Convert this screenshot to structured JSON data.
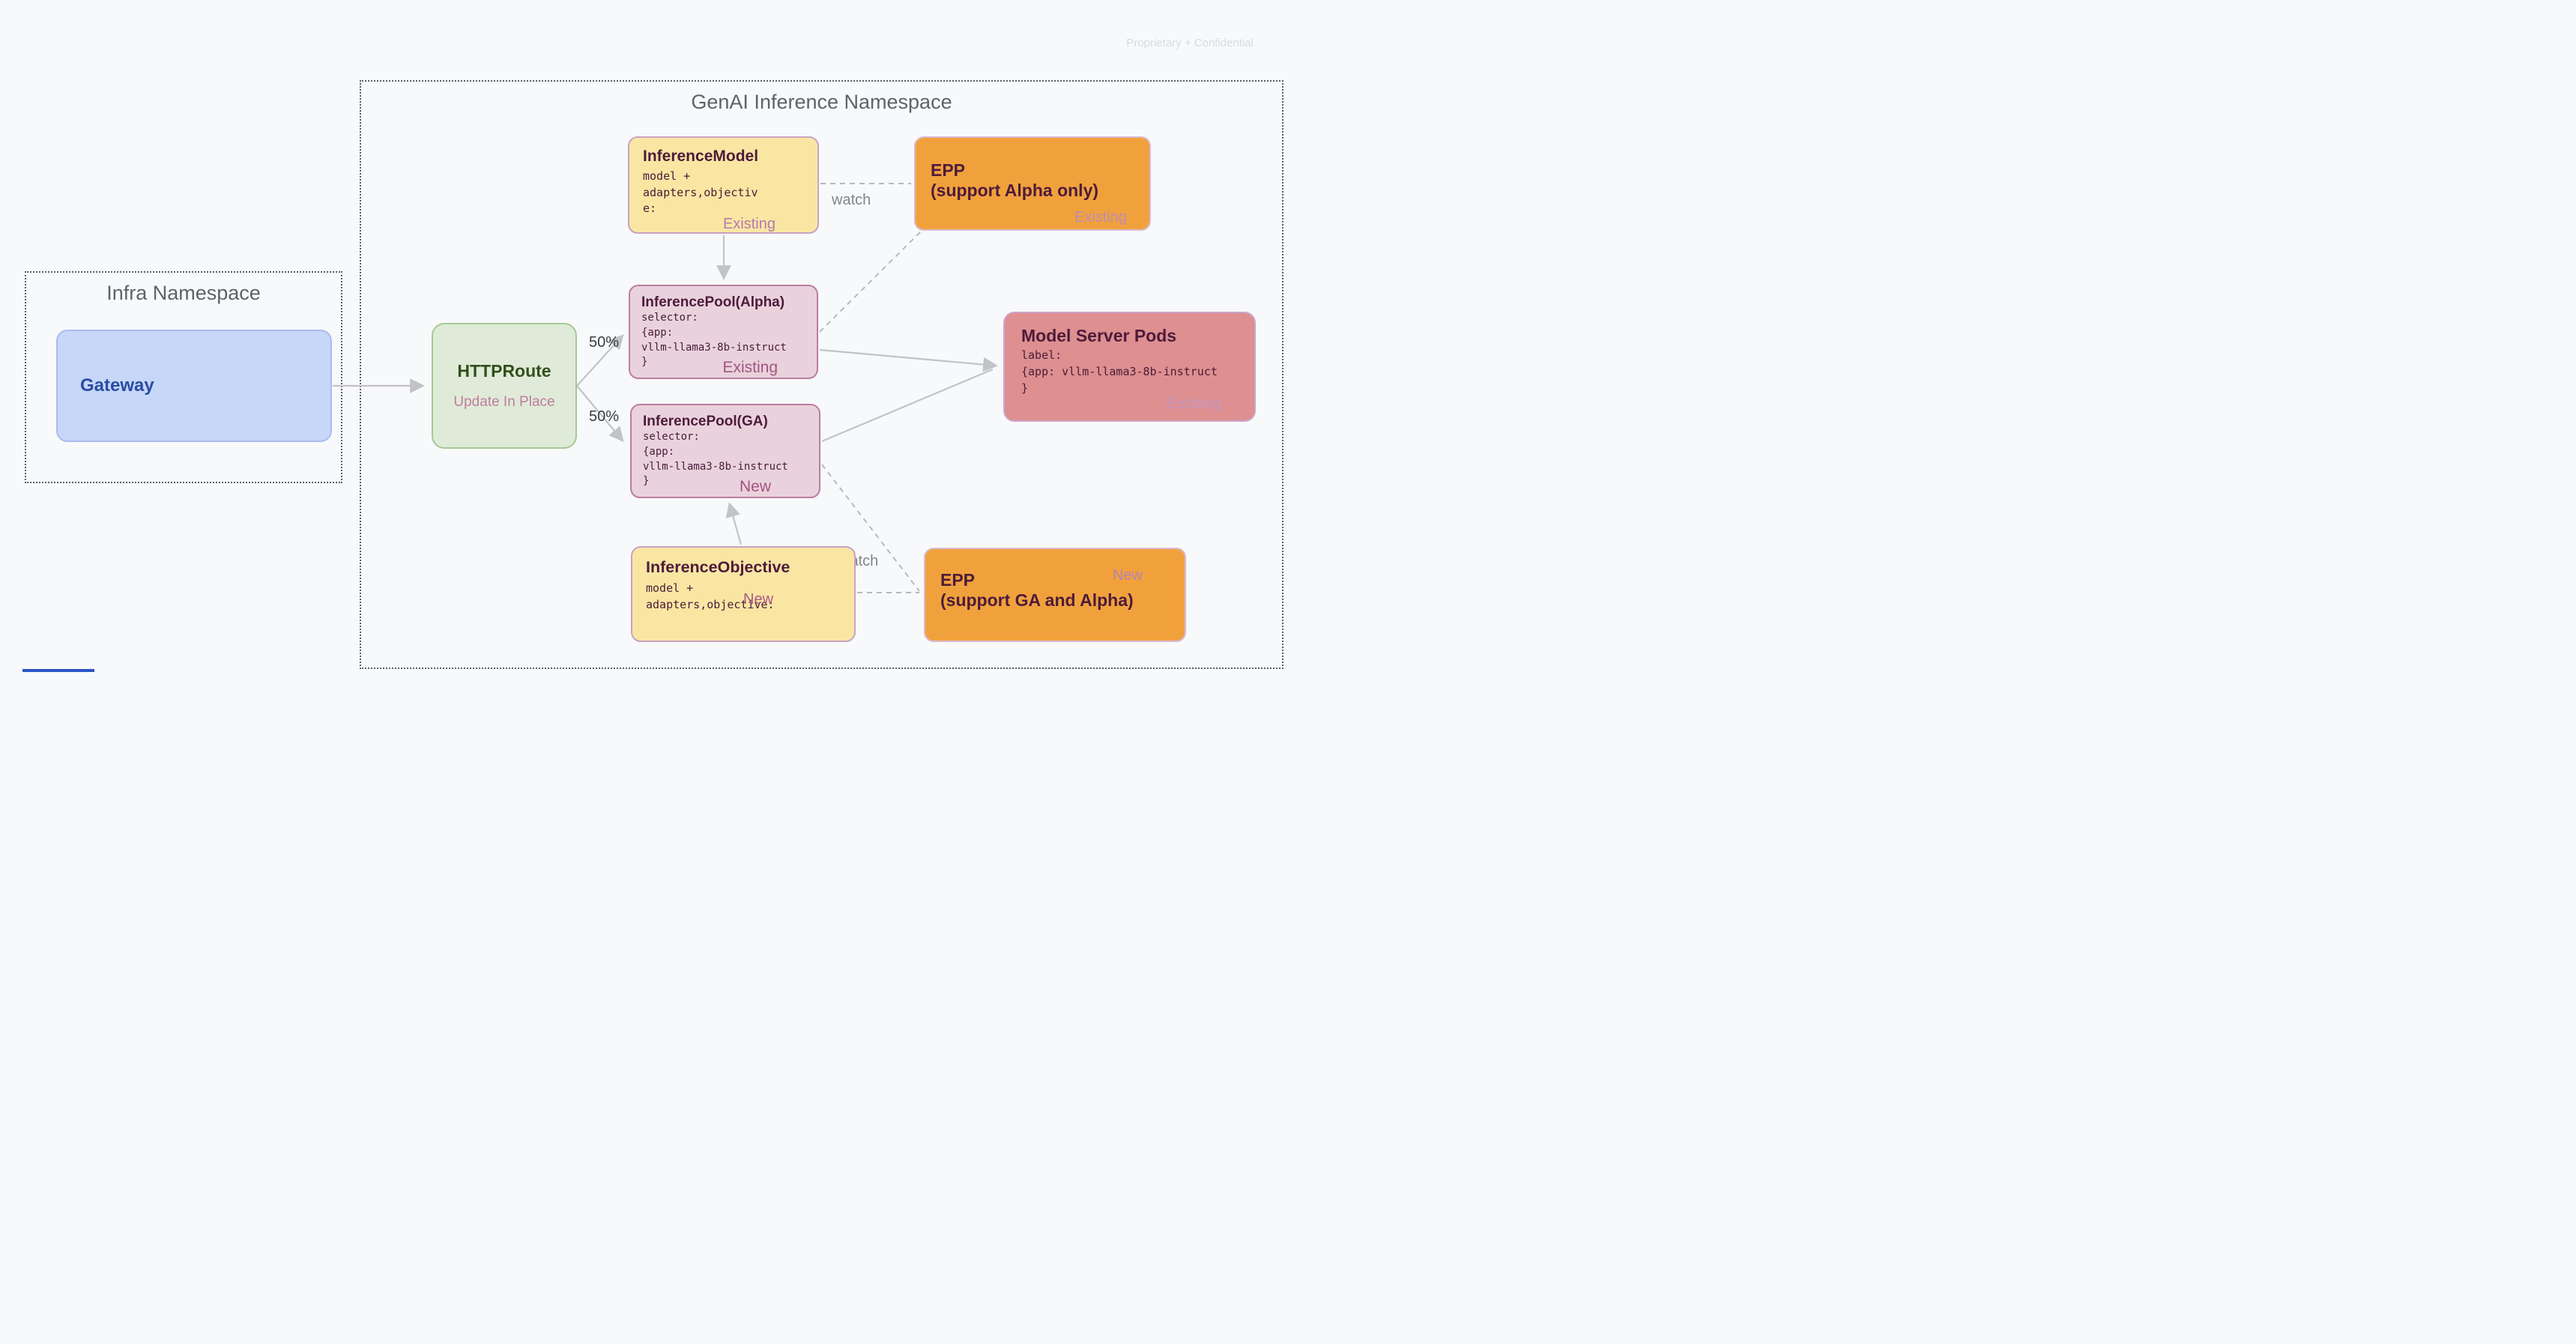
{
  "page": {
    "watermark": "Proprietary + Confidential"
  },
  "palette": {
    "background": "#f8f9fb",
    "yellow_fill": "#fae6a3",
    "orange_fill": "#f1a13c",
    "pool_pink_fill": "#e9d2dc",
    "rose_fill": "#de8f90",
    "green_fill": "#dfebd8",
    "blue_fill": "#c6d7f8",
    "dark_maroon_text": "#4d1b3b",
    "plum_tag": "#a4537f",
    "light_plum_tag": "#b27cae",
    "gray_text": "#5f6368",
    "arrow_gray": "#c2c3c6"
  },
  "namespaces": {
    "infra": {
      "title": "Infra Namespace"
    },
    "genai": {
      "title": "GenAI Inference Namespace"
    }
  },
  "nodes": {
    "gateway": {
      "title": "Gateway"
    },
    "httproute": {
      "title": "HTTPRoute",
      "subtitle": "Update In Place"
    },
    "inference_model": {
      "title": "InferenceModel",
      "code": "model +\nadapters,objective:",
      "tag": "Existing"
    },
    "epp_alpha": {
      "title": "EPP\n(support Alpha only)",
      "tag": "Existing"
    },
    "pool_alpha": {
      "title": "InferencePool(Alpha)",
      "code": "selector:\n{app:\nvllm-llama3-8b-instruct\n}",
      "tag": "Existing"
    },
    "pool_ga": {
      "title": "InferencePool(GA)",
      "code": "selector:\n{app:\nvllm-llama3-8b-instruct\n}",
      "tag": "New"
    },
    "model_server_pods": {
      "title": "Model Server Pods",
      "code": "label:\n{app: vllm-llama3-8b-instruct\n}",
      "tag": "Existing"
    },
    "inference_objective": {
      "title": "InferenceObjective",
      "code": "model +\nadapters,objective:",
      "tag": "New"
    },
    "epp_ga": {
      "title": "EPP\n(support GA and Alpha)",
      "tag": "New"
    }
  },
  "edges": {
    "split_top": "50%",
    "split_bottom": "50%",
    "watch_top": "watch",
    "watch_bottom": "watch"
  }
}
